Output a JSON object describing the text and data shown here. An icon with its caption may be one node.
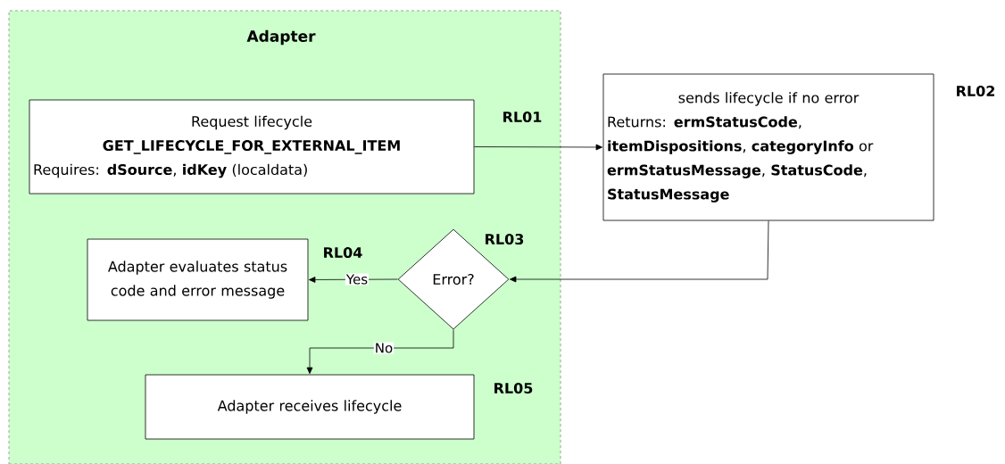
{
  "diagram": {
    "nodes": [
      {
        "text": [
          "Adapter"
        ]
      },
      {
        "text": [
          "Request lifecycle",
          "GET_LIFECYCLE_FOR_EXTERNAL_ITEM",
          "Requires: **dSource**, **idKey** (localdata)"
        ],
        "in": 0,
        "beside": [
          "RL01"
        ]
      },
      {
        "text": [
          "sends lifecycle if no error",
          "Returns: **ermStatusCode**, **itemDispositions**, **categoryInfo** or **ermStatusMessage**, **StatusCode**, **StatusMessage**"
        ],
        "beside": [
          "RL02"
        ]
      },
      {
        "text": [
          "Error?"
        ],
        "in": 0,
        "beside": [
          "RL03"
        ]
      },
      {
        "text": [
          "Adapter evaluates status code and error message"
        ],
        "in": 0,
        "beside": [
          "RL04"
        ]
      },
      {
        "text": [
          "Adapter receives lifecycle"
        ],
        "in": 0,
        "beside": [
          "RL05"
        ]
      }
    ],
    "edges": [
      {
        "from": 1,
        "to": 2,
        "arrow": "to"
      },
      {
        "from": 2,
        "to": 3,
        "arrow": "to"
      },
      {
        "from": 3,
        "to": 4,
        "arrow": "to",
        "label": "Yes"
      },
      {
        "from": 3,
        "to": 5,
        "arrow": "to",
        "label": "No"
      }
    ]
  }
}
